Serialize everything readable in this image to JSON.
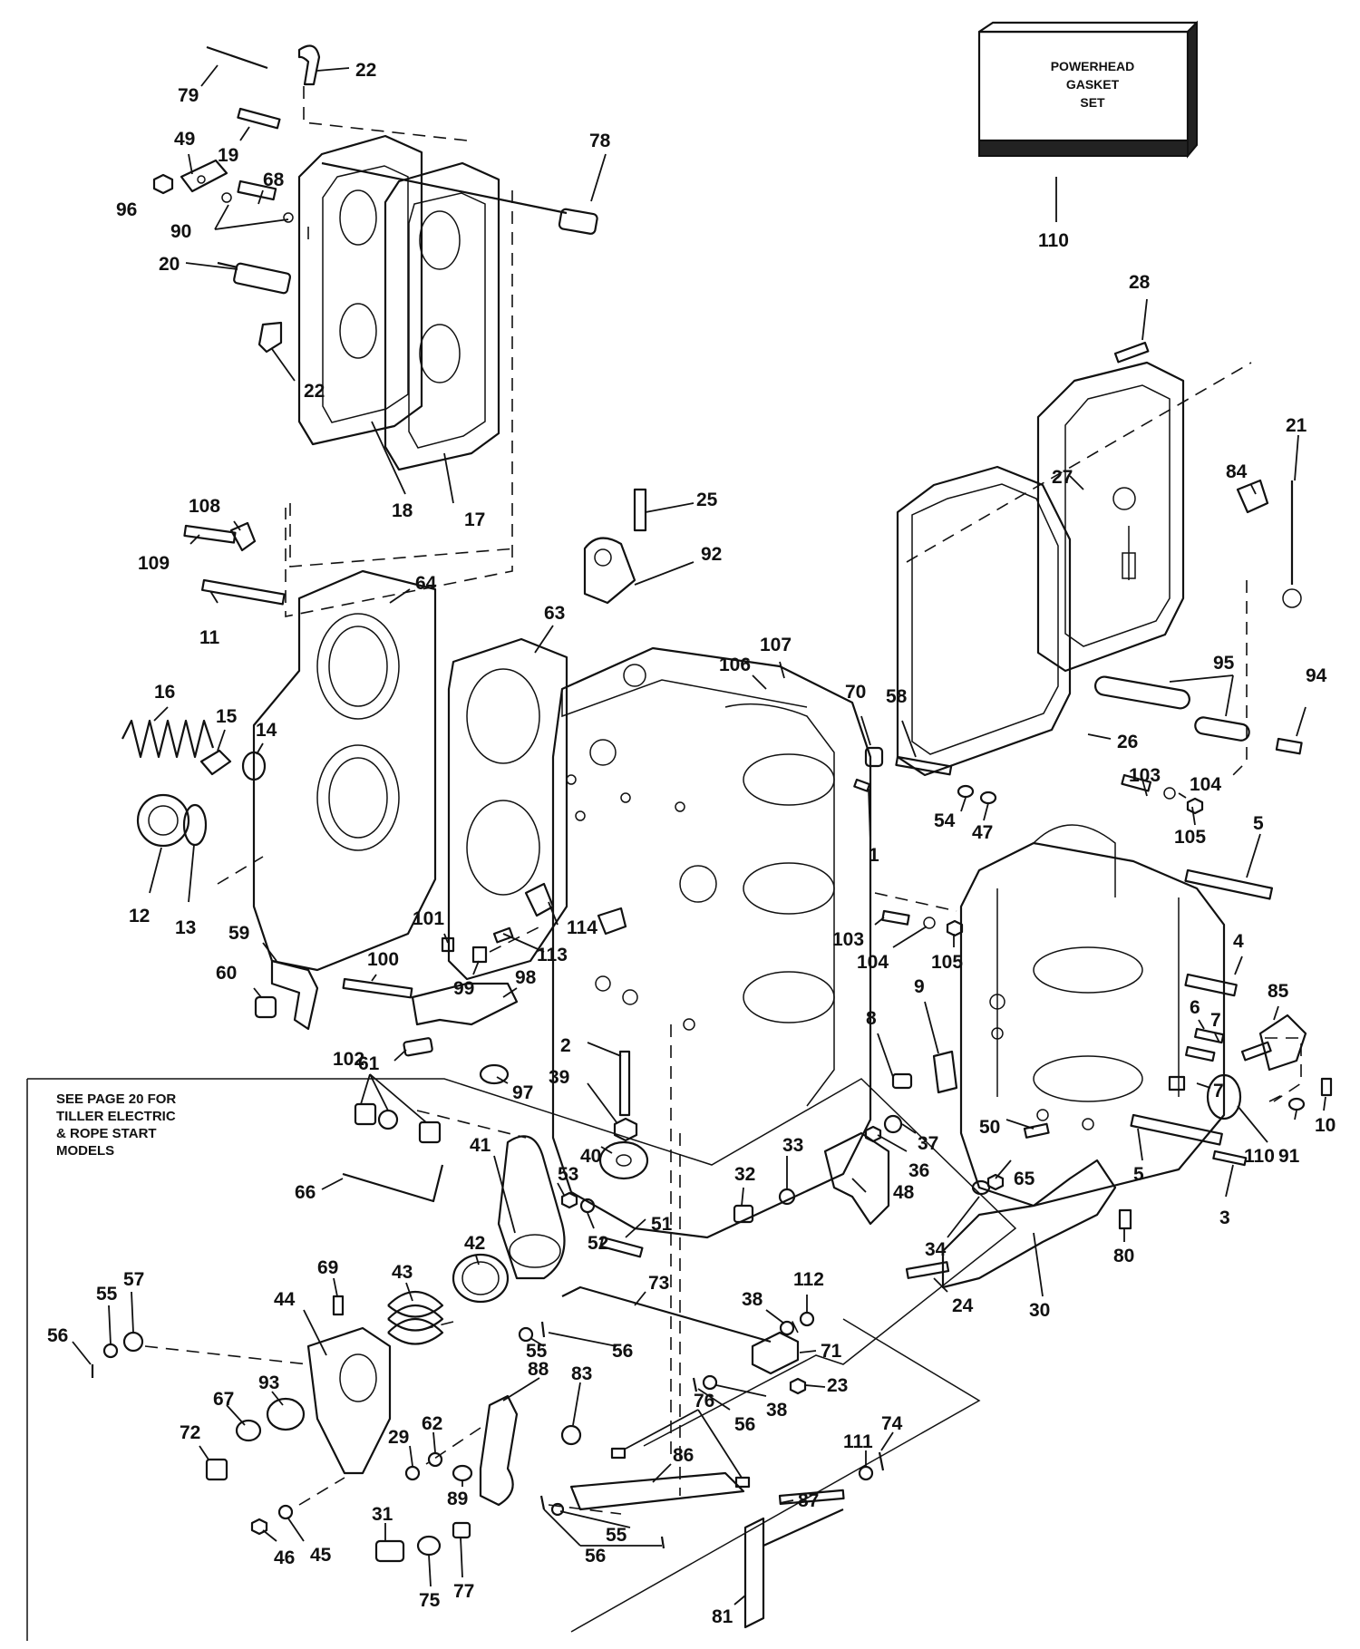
{
  "gasket_set_box": {
    "lines": [
      "POWERHEAD",
      "GASKET",
      "SET"
    ]
  },
  "note": {
    "lines": [
      "SEE PAGE 20 FOR",
      "TILLER ELECTRIC",
      "& ROPE START",
      "MODELS"
    ]
  },
  "callouts": [
    {
      "id": "c1",
      "label": "22"
    },
    {
      "id": "c2",
      "label": "79"
    },
    {
      "id": "c3",
      "label": "49"
    },
    {
      "id": "c4",
      "label": "19"
    },
    {
      "id": "c5",
      "label": "96"
    },
    {
      "id": "c6",
      "label": "68"
    },
    {
      "id": "c7",
      "label": "90"
    },
    {
      "id": "c8",
      "label": "78"
    },
    {
      "id": "c9",
      "label": "20"
    },
    {
      "id": "c10",
      "label": "22"
    },
    {
      "id": "c11",
      "label": "18"
    },
    {
      "id": "c12",
      "label": "17"
    },
    {
      "id": "c13",
      "label": "110"
    },
    {
      "id": "c14",
      "label": "28"
    },
    {
      "id": "c15",
      "label": "21"
    },
    {
      "id": "c16",
      "label": "27"
    },
    {
      "id": "c17",
      "label": "84"
    },
    {
      "id": "c18",
      "label": "108"
    },
    {
      "id": "c19",
      "label": "109"
    },
    {
      "id": "c20",
      "label": "25"
    },
    {
      "id": "c21",
      "label": "92"
    },
    {
      "id": "c22",
      "label": "64"
    },
    {
      "id": "c23",
      "label": "11"
    },
    {
      "id": "c24",
      "label": "63"
    },
    {
      "id": "c25",
      "label": "16"
    },
    {
      "id": "c26",
      "label": "15"
    },
    {
      "id": "c27",
      "label": "14"
    },
    {
      "id": "c28",
      "label": "107"
    },
    {
      "id": "c29",
      "label": "106"
    },
    {
      "id": "c30",
      "label": "70"
    },
    {
      "id": "c31",
      "label": "58"
    },
    {
      "id": "c32",
      "label": "95"
    },
    {
      "id": "c33",
      "label": "94"
    },
    {
      "id": "c34",
      "label": "26"
    },
    {
      "id": "c35",
      "label": "103"
    },
    {
      "id": "c36",
      "label": "104"
    },
    {
      "id": "c37",
      "label": "105"
    },
    {
      "id": "c38",
      "label": "54"
    },
    {
      "id": "c39",
      "label": "47"
    },
    {
      "id": "c40",
      "label": "1"
    },
    {
      "id": "c41",
      "label": "5"
    },
    {
      "id": "c42",
      "label": "12"
    },
    {
      "id": "c43",
      "label": "13"
    },
    {
      "id": "c44",
      "label": "59"
    },
    {
      "id": "c45",
      "label": "60"
    },
    {
      "id": "c46",
      "label": "101"
    },
    {
      "id": "c47",
      "label": "114"
    },
    {
      "id": "c48",
      "label": "113"
    },
    {
      "id": "c49",
      "label": "100"
    },
    {
      "id": "c50",
      "label": "99"
    },
    {
      "id": "c51",
      "label": "98"
    },
    {
      "id": "c52",
      "label": "103"
    },
    {
      "id": "c53",
      "label": "104"
    },
    {
      "id": "c54",
      "label": "105"
    },
    {
      "id": "c55",
      "label": "4"
    },
    {
      "id": "c56",
      "label": "9"
    },
    {
      "id": "c57",
      "label": "85"
    },
    {
      "id": "c58",
      "label": "8"
    },
    {
      "id": "c59",
      "label": "6"
    },
    {
      "id": "c60",
      "label": "7"
    },
    {
      "id": "c61",
      "label": "102"
    },
    {
      "id": "c62",
      "label": "97"
    },
    {
      "id": "c63",
      "label": "2"
    },
    {
      "id": "c64",
      "label": "39"
    },
    {
      "id": "c65",
      "label": "61"
    },
    {
      "id": "c66",
      "label": "40"
    },
    {
      "id": "c67",
      "label": "41"
    },
    {
      "id": "c68",
      "label": "53"
    },
    {
      "id": "c69",
      "label": "33"
    },
    {
      "id": "c70",
      "label": "37"
    },
    {
      "id": "c71",
      "label": "36"
    },
    {
      "id": "c72",
      "label": "50"
    },
    {
      "id": "c73",
      "label": "7"
    },
    {
      "id": "c74",
      "label": "110"
    },
    {
      "id": "c75",
      "label": "10"
    },
    {
      "id": "c76",
      "label": "91"
    },
    {
      "id": "c77",
      "label": "5"
    },
    {
      "id": "c78",
      "label": "3"
    },
    {
      "id": "c79",
      "label": "66"
    },
    {
      "id": "c80",
      "label": "32"
    },
    {
      "id": "c81",
      "label": "48"
    },
    {
      "id": "c82",
      "label": "65"
    },
    {
      "id": "c83",
      "label": "52"
    },
    {
      "id": "c84",
      "label": "51"
    },
    {
      "id": "c85",
      "label": "34"
    },
    {
      "id": "c86",
      "label": "80"
    },
    {
      "id": "c87",
      "label": "42"
    },
    {
      "id": "c88",
      "label": "69"
    },
    {
      "id": "c89",
      "label": "24"
    },
    {
      "id": "c90",
      "label": "30"
    },
    {
      "id": "c91",
      "label": "43"
    },
    {
      "id": "c92",
      "label": "73"
    },
    {
      "id": "c93",
      "label": "112"
    },
    {
      "id": "c94",
      "label": "44"
    },
    {
      "id": "c95",
      "label": "57"
    },
    {
      "id": "c96",
      "label": "55"
    },
    {
      "id": "c97",
      "label": "56"
    },
    {
      "id": "c98",
      "label": "38"
    },
    {
      "id": "c99",
      "label": "71"
    },
    {
      "id": "c100",
      "label": "55"
    },
    {
      "id": "c101",
      "label": "56"
    },
    {
      "id": "c102",
      "label": "23"
    },
    {
      "id": "c103",
      "label": "38"
    },
    {
      "id": "c104",
      "label": "56"
    },
    {
      "id": "c105",
      "label": "67"
    },
    {
      "id": "c106",
      "label": "93"
    },
    {
      "id": "c107",
      "label": "88"
    },
    {
      "id": "c108",
      "label": "83"
    },
    {
      "id": "c109",
      "label": "76"
    },
    {
      "id": "c110",
      "label": "72"
    },
    {
      "id": "c111",
      "label": "62"
    },
    {
      "id": "c112",
      "label": "29"
    },
    {
      "id": "c113",
      "label": "86"
    },
    {
      "id": "c114",
      "label": "74"
    },
    {
      "id": "c115",
      "label": "111"
    },
    {
      "id": "c116",
      "label": "89"
    },
    {
      "id": "c117",
      "label": "31"
    },
    {
      "id": "c118",
      "label": "46"
    },
    {
      "id": "c119",
      "label": "45"
    },
    {
      "id": "c120",
      "label": "87"
    },
    {
      "id": "c121",
      "label": "55"
    },
    {
      "id": "c122",
      "label": "56"
    },
    {
      "id": "c123",
      "label": "75"
    },
    {
      "id": "c124",
      "label": "77"
    },
    {
      "id": "c125",
      "label": "81"
    }
  ]
}
